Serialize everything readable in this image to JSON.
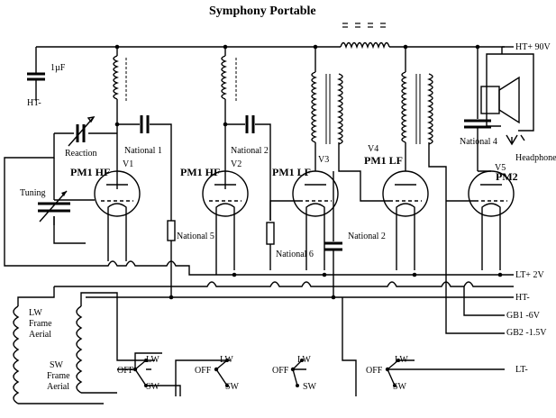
{
  "title": "Symphony  Portable",
  "components": {
    "cap_1uf": "1µF",
    "ht_minus_left": "HT-",
    "reaction": "Reaction",
    "national1": "National 1",
    "national2_top": "National 2",
    "national2_mid": "National 2",
    "national4": "National 4",
    "national5": "National 5",
    "national6": "National 6",
    "tuning": "Tuning",
    "headphones": "Headphones"
  },
  "valves": [
    {
      "type": "PM1 HF",
      "ref": "V1"
    },
    {
      "type": "PM1 HF",
      "ref": "V2"
    },
    {
      "type": "PM1 LF",
      "ref": "V3"
    },
    {
      "type": "PM1 LF",
      "ref": "V4"
    },
    {
      "type": "PM2",
      "ref": "V5"
    }
  ],
  "rails": {
    "ht_plus": "HT+ 90V",
    "lt_plus": "LT+ 2V",
    "ht_minus": "HT-",
    "gb1": "GB1 -6V",
    "gb2": "GB2 -1.5V",
    "lt_minus": "LT-"
  },
  "aerials": {
    "lw_line1": "LW",
    "lw_line2": "Frame",
    "lw_line3": "Aerial",
    "sw_line1": "SW",
    "sw_line2": "Frame",
    "sw_line3": "Aerial"
  },
  "switches": [
    {
      "lw": "LW",
      "off": "OFF",
      "sw": "SW"
    },
    {
      "lw": "LW",
      "off": "OFF",
      "sw": "SW"
    },
    {
      "lw": "LW",
      "off": "OFF",
      "sw": "SW"
    },
    {
      "lw": "LW",
      "off": "OFF",
      "sw": "SW"
    }
  ]
}
